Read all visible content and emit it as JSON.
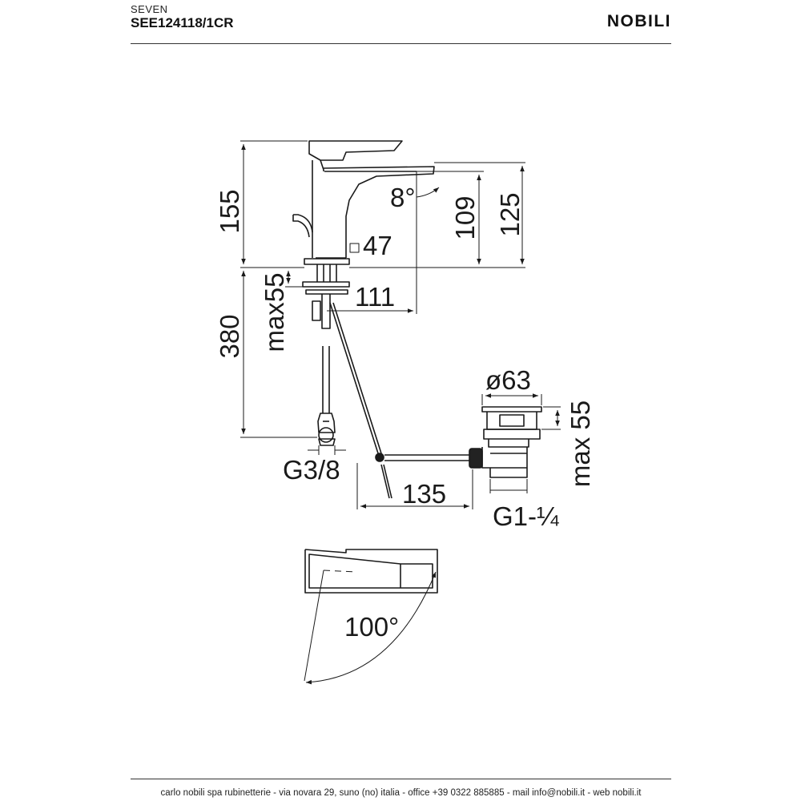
{
  "header": {
    "series": "SEVEN",
    "product_code": "SEE124118/1CR",
    "brand": "NOBILI"
  },
  "dimensions": {
    "overall_height": "155",
    "spout_outlet_height": "109",
    "spout_top_height": "125",
    "spout_angle": "8°",
    "body_square": "47",
    "spout_reach": "111",
    "deck_thickness_max": "max55",
    "hose_length": "380",
    "hose_connection": "G3/8",
    "waste_diameter": "ø63",
    "waste_height_max": "max 55",
    "rod_length": "135",
    "waste_thread": "G1-¼",
    "handle_rotation": "100°"
  },
  "footer": {
    "text": "carlo nobili spa rubinetterie - via novara 29, suno (no) italia - office +39 0322 885885 - mail info@nobili.it - web nobili.it"
  }
}
